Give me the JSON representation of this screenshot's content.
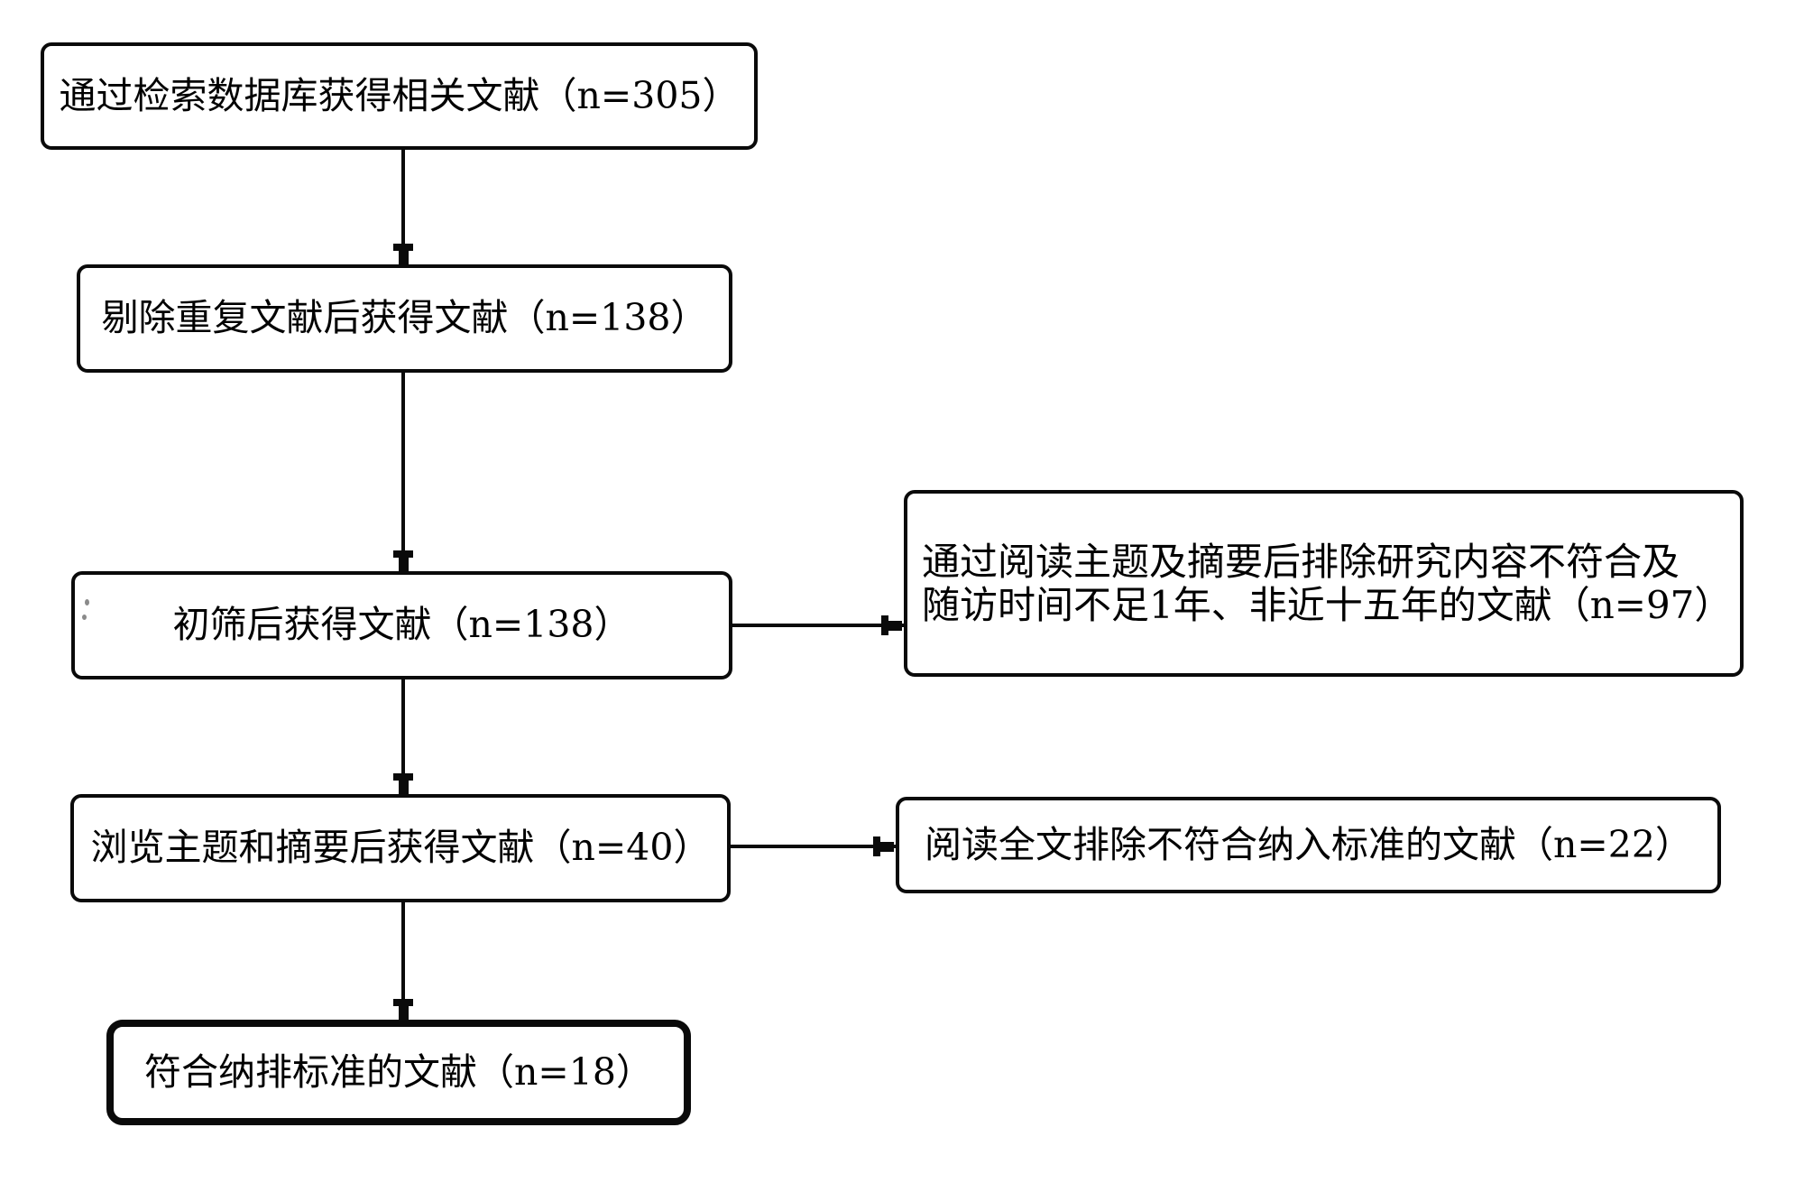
{
  "flowchart": {
    "main_nodes": [
      {
        "id": "db-search",
        "label": "通过检索数据库获得相关文献（n=305）",
        "n": 305
      },
      {
        "id": "dedup",
        "label": "剔除重复文献后获得文献（n=138）",
        "n": 138
      },
      {
        "id": "initial-screen",
        "label": "初筛后获得文献（n=138）",
        "n": 138
      },
      {
        "id": "browse-screen",
        "label": "浏览主题和摘要后获得文献（n=40）",
        "n": 40
      },
      {
        "id": "included",
        "label": "符合纳排标准的文献（n=18）",
        "n": 18
      }
    ],
    "exclusion_nodes": [
      {
        "id": "exclude-by-abstract",
        "line1": "通过阅读主题及摘要后排除研究内容不符合及",
        "line2": "随访时间不足1年、非近十五年的文献（n=97）",
        "n": 97
      },
      {
        "id": "exclude-by-fulltext",
        "label": "阅读全文排除不符合纳入标准的文献（n=22）",
        "n": 22
      }
    ],
    "colors": {
      "background": "#ffffff",
      "line": "#0a0a0a",
      "text": "#000000"
    }
  }
}
